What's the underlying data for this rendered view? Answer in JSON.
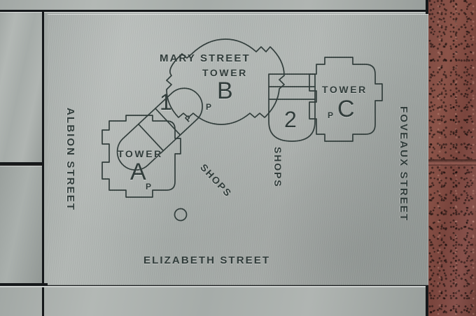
{
  "plaque": {
    "material": "brushed-aluminium",
    "plate_color": "#a9afac",
    "engraving_color": "#2e3a38"
  },
  "wall": {
    "brick_color": "#824d44",
    "mortar_color": "#6d433c",
    "panel_gap_color": "#15181a"
  },
  "streets": [
    {
      "id": "mary",
      "label": "MARY STREET",
      "side": "top",
      "rotation": 0
    },
    {
      "id": "elizabeth",
      "label": "ELIZABETH STREET",
      "side": "bottom",
      "rotation": 0
    },
    {
      "id": "albion",
      "label": "ALBION STREET",
      "side": "left",
      "rotation": 90
    },
    {
      "id": "foveaux",
      "label": "FOVEAUX STREET",
      "side": "right",
      "rotation": 90
    }
  ],
  "buildings": [
    {
      "id": "tower-a",
      "word": "TOWER",
      "letter": "A",
      "parking": "P"
    },
    {
      "id": "tower-b",
      "word": "TOWER",
      "letter": "B",
      "parking": "P"
    },
    {
      "id": "tower-c",
      "word": "TOWER",
      "letter": "C",
      "parking": "P"
    }
  ],
  "shops": [
    {
      "id": "shops-1",
      "number": "1",
      "label": "SHOPS",
      "parking": "P",
      "rotation": 47
    },
    {
      "id": "shops-2",
      "number": "2",
      "label": "SHOPS",
      "parking": null,
      "rotation": 90
    }
  ],
  "markers": [
    {
      "id": "entry-circle",
      "shape": "circle"
    }
  ]
}
